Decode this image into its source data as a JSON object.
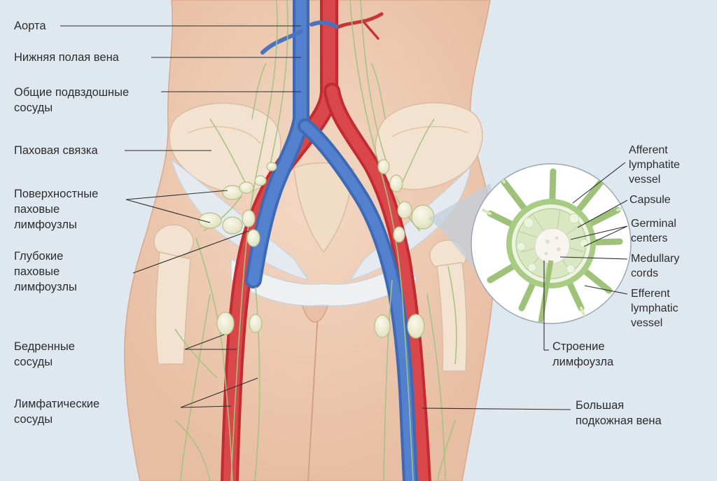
{
  "diagram": {
    "left_labels": {
      "aorta": "Аорта",
      "inferior_vena_cava": "Нижняя полая вена",
      "common_iliac_vessels": "Общие подвздошные\nсосуды",
      "inguinal_ligament": "Паховая связка",
      "superficial_inguinal_nodes": "Поверхностные\nпаховые\nлимфоузлы",
      "deep_inguinal_nodes": "Глубокие\nпаховые\nлимфоузлы",
      "femoral_vessels": "Бедренные\nсосуды",
      "lymphatic_vessels": "Лимфатические\nсосуды"
    },
    "right_labels": {
      "great_saphenous_vein": "Большая\nподкожная вена",
      "node_structure": "Строение\nлимфоузла"
    },
    "inset_labels": {
      "afferent": "Afferent\nlymphatite\nvessel",
      "capsule": "Capsule",
      "germinal": "Germinal\ncenters",
      "medullary": "Medullary\ncords",
      "efferent": "Efferent\nlymphatic\nvessel"
    },
    "colors": {
      "artery": "#d0373a",
      "vein": "#4a78c4",
      "lymph": "#a9c98a",
      "skin": "#efcdb6",
      "bone": "#f3e2cf",
      "background": "#dfe7ef"
    }
  }
}
